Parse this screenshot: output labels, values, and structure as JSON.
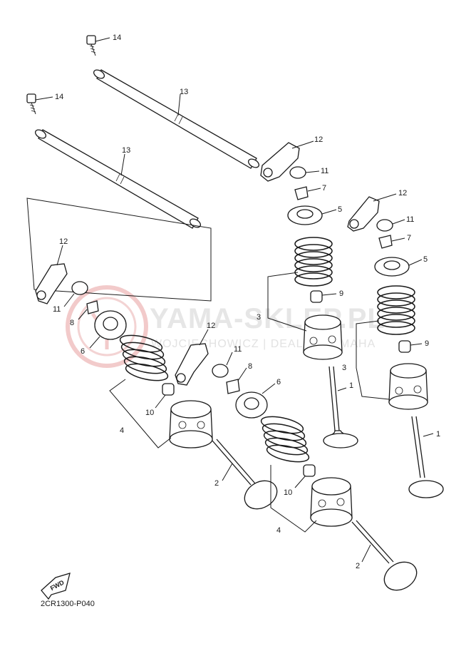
{
  "watermark": {
    "title": "YAMA-SKLEP.PL",
    "subtitle": "WOJCIECHOWICZ | DEALER YAMAHA",
    "logo": "yamaha-tuning-fork-logo",
    "color": "#e8a0a0"
  },
  "fwd_label": "FWD",
  "diagram_code": "2CR1300-P040",
  "callouts": {
    "c14a": "14",
    "c14b": "14",
    "c13a": "13",
    "c13b": "13",
    "c12a": "12",
    "c12b": "12",
    "c12c": "12",
    "c12d": "12",
    "c11a": "11",
    "c11b": "11",
    "c11c": "11",
    "c11d": "11",
    "c10a": "10",
    "c10b": "10",
    "c9a": "9",
    "c9b": "9",
    "c8a": "8",
    "c8b": "8",
    "c7a": "7",
    "c7b": "7",
    "c6a": "6",
    "c6b": "6",
    "c5a": "5",
    "c5b": "5",
    "c4a": "4",
    "c4b": "4",
    "c3a": "3",
    "c3b": "3",
    "c2a": "2",
    "c2b": "2",
    "c1a": "1",
    "c1b": "1"
  }
}
